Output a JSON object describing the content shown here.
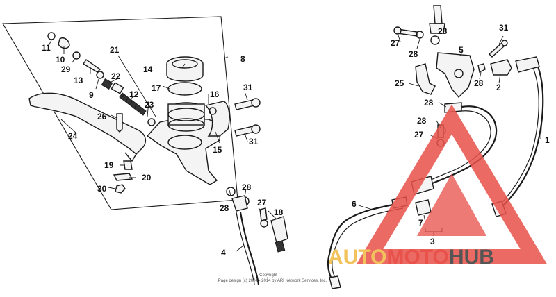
{
  "labels": {
    "l11": "11",
    "l10": "10",
    "l29": "29",
    "l13": "13",
    "l9": "9",
    "l21": "21",
    "l22": "22",
    "l12": "12",
    "l14": "14",
    "l17": "17",
    "l16": "16",
    "l23": "23",
    "l26": "26",
    "l8": "8",
    "l24": "24",
    "l15": "15",
    "l31a": "31",
    "l31b": "31",
    "l19": "19",
    "l20": "20",
    "l30": "30",
    "l28a": "28",
    "l28b": "28",
    "l27a": "27",
    "l18": "18",
    "l4": "4",
    "l27b": "27",
    "l28c": "28",
    "l28d": "28",
    "l5": "5",
    "l31c": "31",
    "l28e": "28",
    "l2": "2",
    "l25": "25",
    "l28f": "28",
    "l28g": "28",
    "l27c": "27",
    "l1": "1",
    "l6": "6",
    "l7": "7",
    "l3": "3"
  },
  "copyright": {
    "line1": "Copyright",
    "line2": "Page design (c) 2004 - 2014 by ARI Network Services, Inc."
  },
  "watermark": {
    "part1": "AUTO",
    "part2": "MOTO",
    "part3": "HUB",
    "color_auto": "#f2c35c",
    "color_moto": "#e8524a",
    "color_hub": "#555555"
  }
}
